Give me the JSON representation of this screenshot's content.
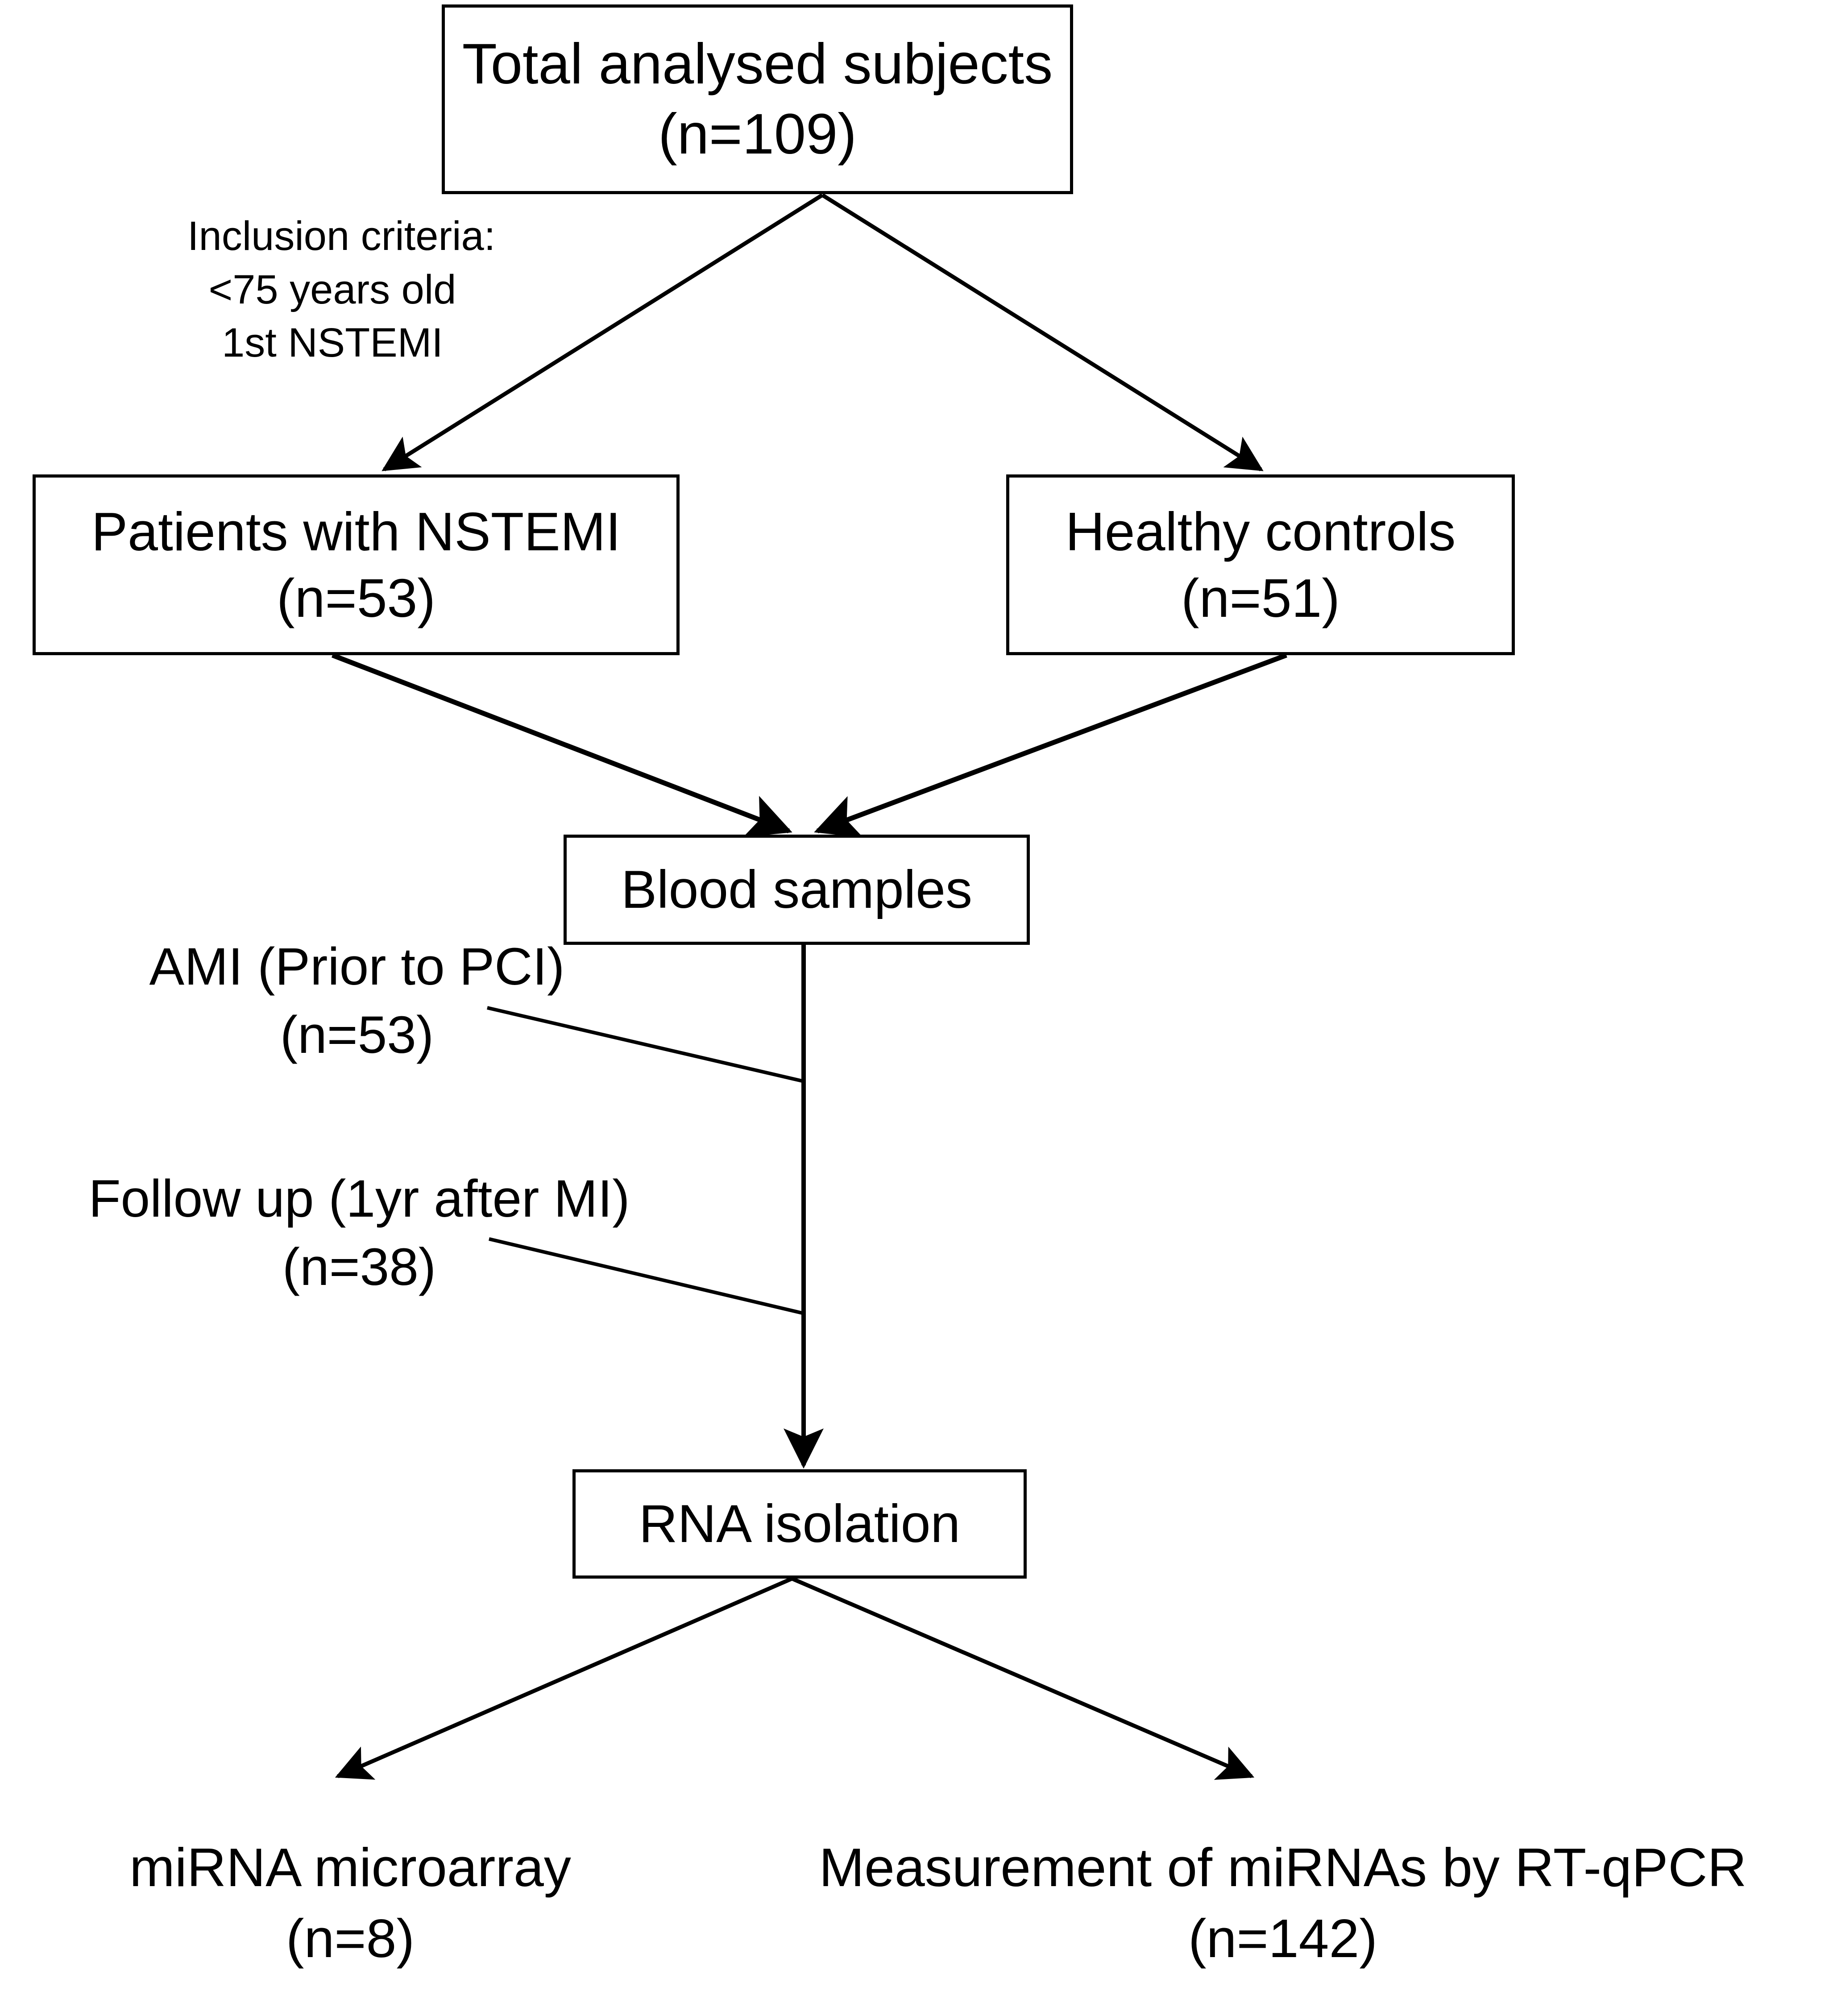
{
  "diagram": {
    "type": "study-flowchart",
    "title": "Study subject flow and sample analysis workflow",
    "stroke_color": "#000000",
    "fill_color": "#ffffff",
    "nodes": {
      "total": {
        "line1": "Total analysed subjects",
        "line2": "(n=109)",
        "n": 109
      },
      "patients": {
        "line1": "Patients with NSTEMI",
        "line2": "(n=53)",
        "n": 53
      },
      "controls": {
        "line1": "Healthy controls",
        "line2": "(n=51)",
        "n": 51
      },
      "blood": {
        "line1": "Blood samples"
      },
      "rna": {
        "line1": "RNA isolation"
      }
    },
    "labels": {
      "inclusion": {
        "line1": "Inclusion criteria:",
        "line2": "<75 years old",
        "line3": "1st NSTEMI"
      },
      "ami": {
        "line1": "AMI (Prior to PCI)",
        "line2": "(n=53)",
        "n": 53
      },
      "followup": {
        "line1": "Follow up (1yr after MI)",
        "line2": "(n=38)",
        "n": 38
      },
      "microarray": {
        "line1": "miRNA microarray",
        "line2": "(n=8)",
        "n": 8
      },
      "rtqpcr": {
        "line1": "Measurement of miRNAs by RT-qPCR",
        "line2": "(n=142)",
        "n": 142
      }
    },
    "edges": [
      {
        "name": "total-to-patients",
        "from": "total",
        "to": "patients",
        "arrow": true
      },
      {
        "name": "total-to-controls",
        "from": "total",
        "to": "controls",
        "arrow": true
      },
      {
        "name": "patients-to-blood",
        "from": "patients",
        "to": "blood",
        "arrow": true
      },
      {
        "name": "controls-to-blood",
        "from": "controls",
        "to": "blood",
        "arrow": true
      },
      {
        "name": "blood-to-rna",
        "from": "blood",
        "to": "rna",
        "arrow": true
      },
      {
        "name": "ami-connector",
        "from": "ami",
        "to": "blood-to-rna",
        "arrow": false
      },
      {
        "name": "followup-connector",
        "from": "followup",
        "to": "blood-to-rna",
        "arrow": false
      },
      {
        "name": "rna-to-microarray",
        "from": "rna",
        "to": "microarray",
        "arrow": true
      },
      {
        "name": "rna-to-rtqpcr",
        "from": "rna",
        "to": "rtqpcr",
        "arrow": true
      }
    ]
  }
}
